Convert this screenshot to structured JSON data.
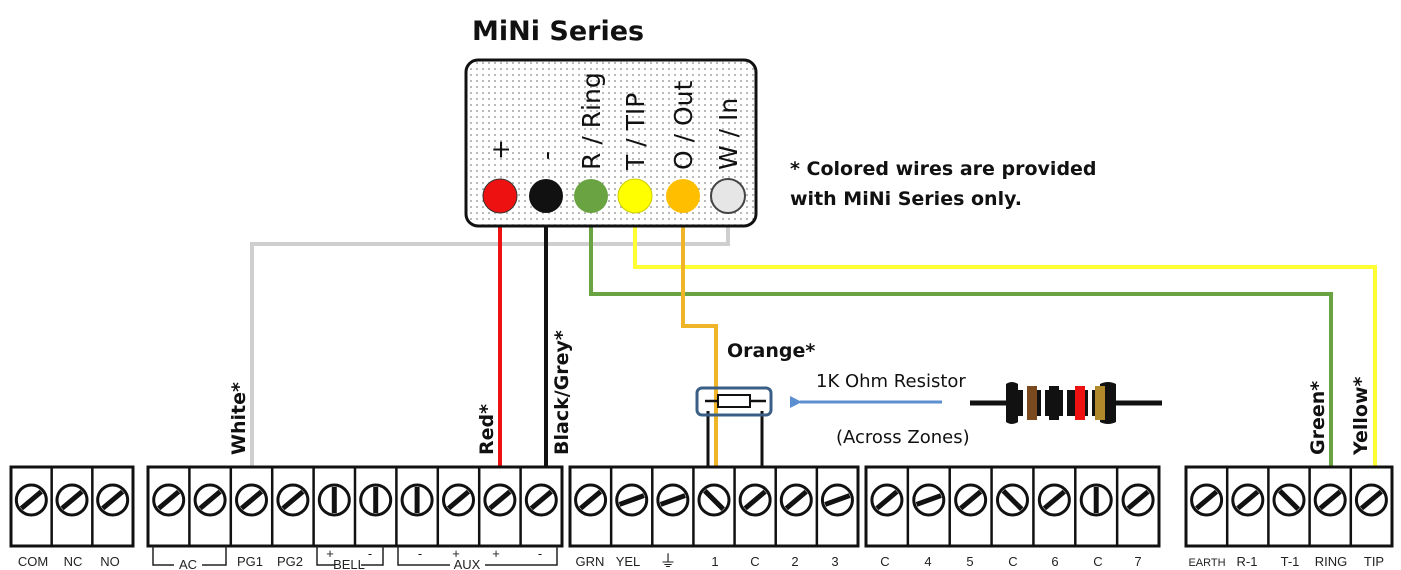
{
  "title": "MiNi Series",
  "note": {
    "line1": "* Colored wires are provided",
    "line2": "with MiNi Series only."
  },
  "device_pins": [
    {
      "label": "+",
      "color": "#ee1111"
    },
    {
      "label": "-",
      "color": "#111111"
    },
    {
      "label": "R / Ring",
      "color": "#6aa341"
    },
    {
      "label": "T / TIP",
      "color": "#ffff00"
    },
    {
      "label": "O / Out",
      "color": "#ffbf00"
    },
    {
      "label": "W / In",
      "color": "#e6e6e6"
    }
  ],
  "wire_labels": {
    "white": "White*",
    "red": "Red*",
    "black": "Black/Grey*",
    "orange": "Orange*",
    "green": "Green*",
    "yellow": "Yellow*"
  },
  "resistor": {
    "label": "1K Ohm Resistor",
    "sublabel": "(Across Zones)",
    "band_colors": [
      "#7a4a1e",
      "#111111",
      "#ee1111",
      "#b08a2a"
    ]
  },
  "terminal_labels": {
    "com": "COM",
    "nc": "NC",
    "no": "NO",
    "ac": "AC",
    "pg1": "PG1",
    "pg2": "PG2",
    "bell_plus": "+",
    "bell_minus": "-",
    "bell": "BELL",
    "aux_minus1": "-",
    "aux_plus1": "+",
    "aux": "AUX",
    "aux_plus2": "+",
    "aux_minus2": "-",
    "grn": "GRN",
    "yel": "YEL",
    "ground_symbol": "⏚",
    "z1": "1",
    "zc1": "C",
    "z2": "2",
    "z3": "3",
    "zc2": "C",
    "z4": "4",
    "z5": "5",
    "zc3": "C",
    "z6": "6",
    "zc4": "C",
    "z7": "7",
    "earth": "EARTH",
    "r1": "R-1",
    "t1": "T-1",
    "ring": "RING",
    "tip": "TIP"
  },
  "colors": {
    "white_wire": "#cfcfcf",
    "red_wire": "#ee1111",
    "black_wire": "#111111",
    "orange_wire": "#f0b429",
    "green_wire": "#6aa341",
    "yellow_wire": "#ffff33",
    "arrow": "#5b8fd0",
    "resistor_box": "#3a5f86"
  }
}
